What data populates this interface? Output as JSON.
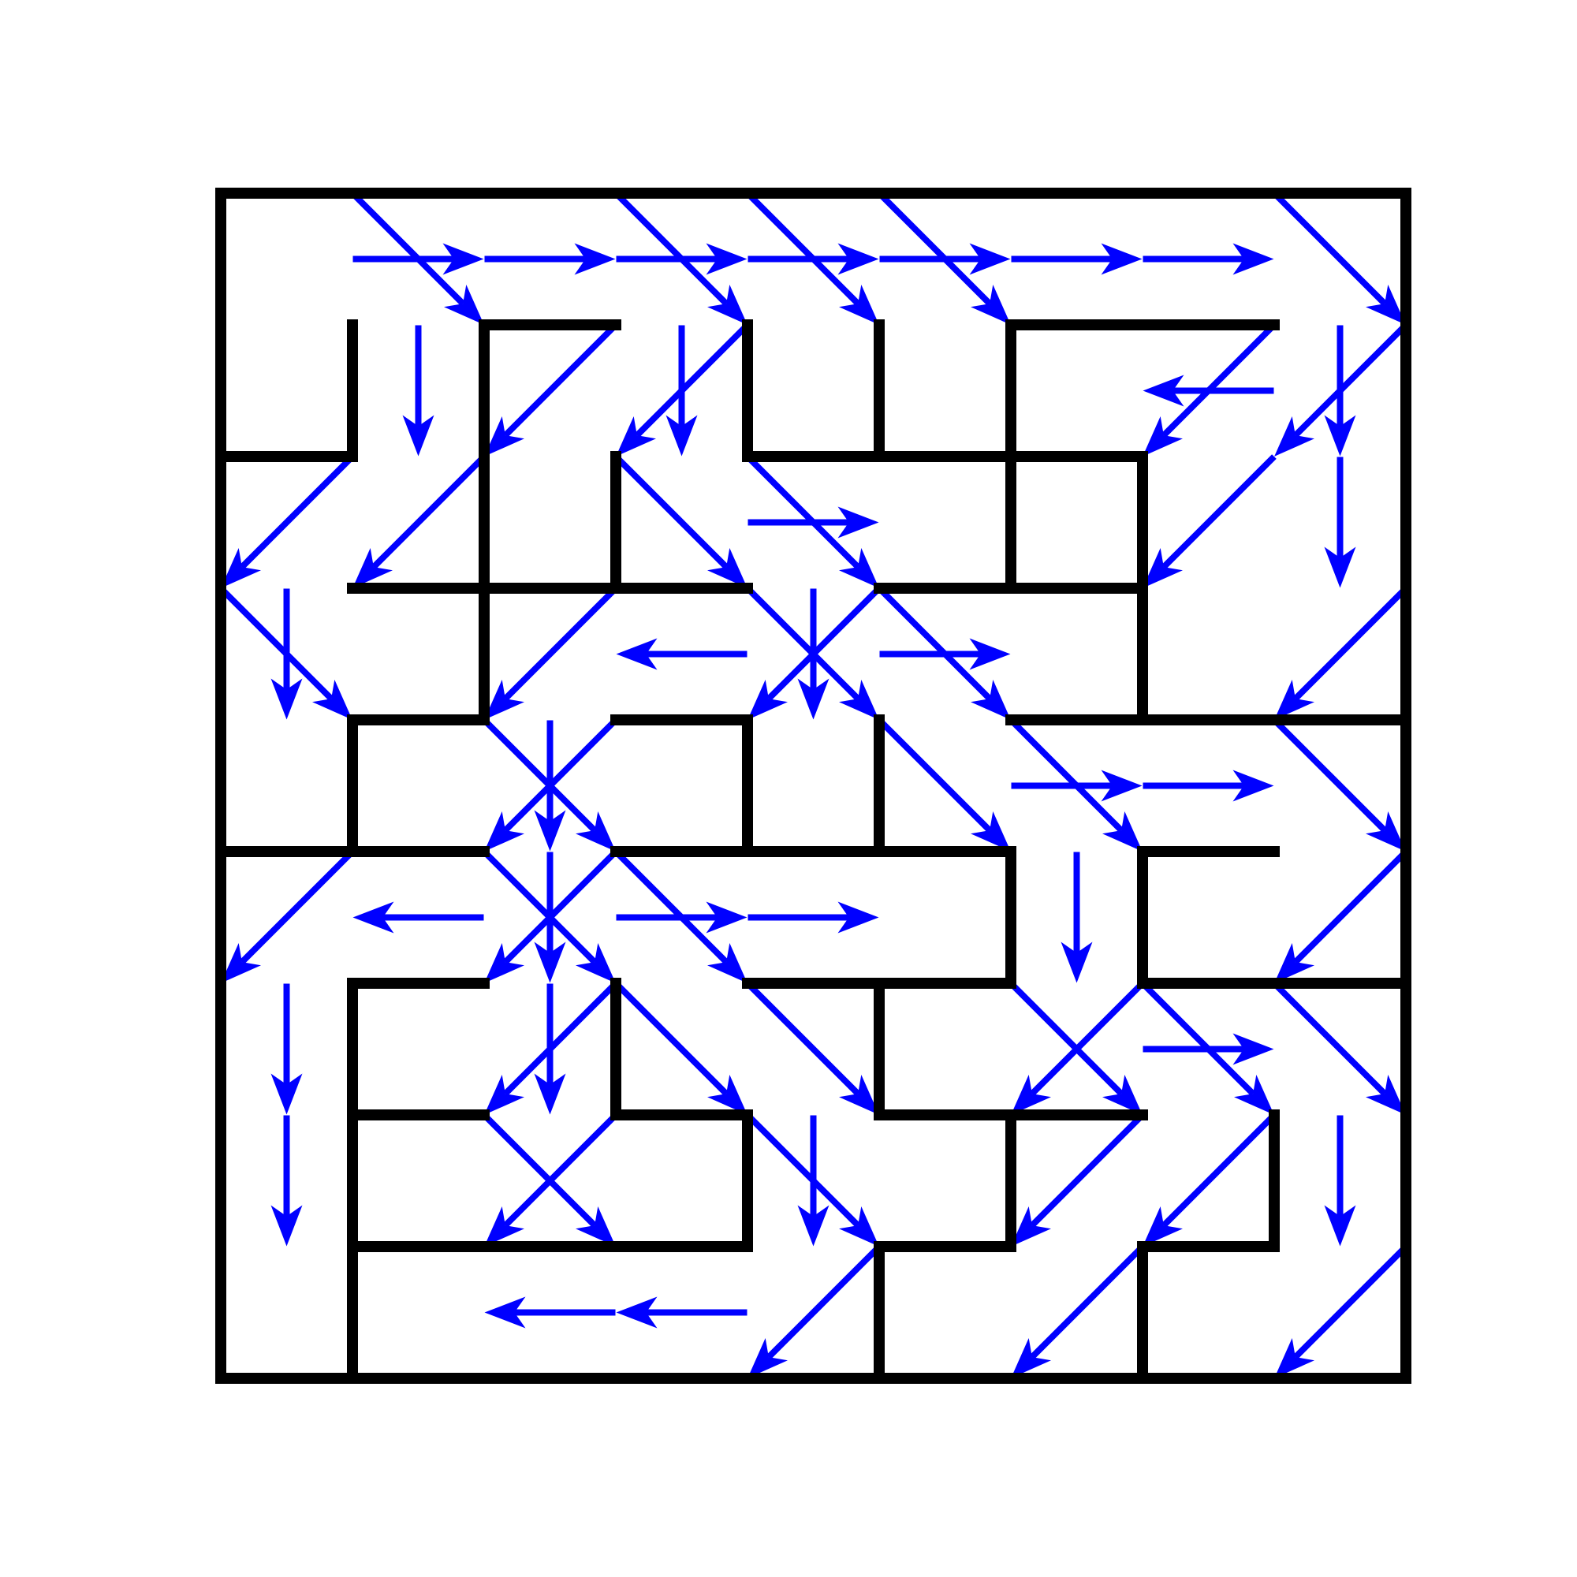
{
  "puzzle": {
    "kind": "arrow-maze",
    "grid": {
      "cols": 9,
      "rows": 9
    },
    "colors": {
      "background": "#ffffff",
      "wall": "#000000",
      "arrow": "#0000ff"
    },
    "walls": [
      [
        0,
        0,
        9,
        0
      ],
      [
        0,
        9,
        9,
        9
      ],
      [
        0,
        0,
        0,
        9
      ],
      [
        9,
        0,
        9,
        9
      ],
      [
        1,
        1,
        1,
        2
      ],
      [
        0,
        2,
        1,
        2
      ],
      [
        2,
        1,
        3,
        1
      ],
      [
        2,
        1,
        2,
        4
      ],
      [
        4,
        1,
        4,
        2
      ],
      [
        5,
        1,
        5,
        2
      ],
      [
        4,
        2,
        6,
        2
      ],
      [
        6,
        1,
        8,
        1
      ],
      [
        6,
        1,
        6,
        3
      ],
      [
        6,
        2,
        7,
        2
      ],
      [
        3,
        2,
        3,
        3
      ],
      [
        1,
        3,
        4,
        3
      ],
      [
        7,
        2,
        7,
        3
      ],
      [
        5,
        3,
        7,
        3
      ],
      [
        7,
        3,
        7,
        4
      ],
      [
        1,
        4,
        2,
        4
      ],
      [
        1,
        4,
        1,
        5
      ],
      [
        3,
        4,
        4,
        4
      ],
      [
        4,
        4,
        4,
        5
      ],
      [
        5,
        4,
        5,
        5
      ],
      [
        6,
        4,
        9,
        4
      ],
      [
        0,
        5,
        2,
        5
      ],
      [
        3,
        5,
        6,
        5
      ],
      [
        6,
        5,
        6,
        6
      ],
      [
        4,
        6,
        6,
        6
      ],
      [
        7,
        5,
        8,
        5
      ],
      [
        7,
        5,
        7,
        6
      ],
      [
        7,
        6,
        9,
        6
      ],
      [
        1,
        6,
        2,
        6
      ],
      [
        1,
        6,
        1,
        9
      ],
      [
        3,
        6,
        3,
        7
      ],
      [
        3,
        7,
        4,
        7
      ],
      [
        4,
        7,
        4,
        8
      ],
      [
        5,
        6,
        5,
        7
      ],
      [
        5,
        7,
        7,
        7
      ],
      [
        1,
        7,
        2,
        7
      ],
      [
        1,
        8,
        4,
        8
      ],
      [
        6,
        7,
        6,
        8
      ],
      [
        5,
        8,
        6,
        8
      ],
      [
        5,
        8,
        5,
        9
      ],
      [
        8,
        7,
        8,
        8
      ],
      [
        7,
        8,
        8,
        8
      ],
      [
        7,
        8,
        7,
        9
      ]
    ],
    "arrows": [
      {
        "c": 1,
        "r": 0,
        "d": [
          "E",
          "SE"
        ]
      },
      {
        "c": 2,
        "r": 0,
        "d": [
          "E"
        ]
      },
      {
        "c": 3,
        "r": 0,
        "d": [
          "E",
          "SE"
        ]
      },
      {
        "c": 4,
        "r": 0,
        "d": [
          "E",
          "SE"
        ]
      },
      {
        "c": 5,
        "r": 0,
        "d": [
          "E",
          "SE"
        ]
      },
      {
        "c": 6,
        "r": 0,
        "d": [
          "E"
        ]
      },
      {
        "c": 7,
        "r": 0,
        "d": [
          "E"
        ]
      },
      {
        "c": 8,
        "r": 0,
        "d": [
          "SE"
        ]
      },
      {
        "c": 1,
        "r": 1,
        "d": [
          "S"
        ]
      },
      {
        "c": 2,
        "r": 1,
        "d": [
          "SW"
        ]
      },
      {
        "c": 3,
        "r": 1,
        "d": [
          "S",
          "SW"
        ]
      },
      {
        "c": 7,
        "r": 1,
        "d": [
          "W",
          "SW"
        ]
      },
      {
        "c": 8,
        "r": 1,
        "d": [
          "S",
          "SW"
        ]
      },
      {
        "c": 0,
        "r": 2,
        "d": [
          "SW"
        ]
      },
      {
        "c": 1,
        "r": 2,
        "d": [
          "SW"
        ]
      },
      {
        "c": 3,
        "r": 2,
        "d": [
          "SE"
        ]
      },
      {
        "c": 4,
        "r": 2,
        "d": [
          "E",
          "SE"
        ]
      },
      {
        "c": 7,
        "r": 2,
        "d": [
          "SW"
        ]
      },
      {
        "c": 8,
        "r": 2,
        "d": [
          "S"
        ]
      },
      {
        "c": 0,
        "r": 3,
        "d": [
          "S",
          "SE"
        ]
      },
      {
        "c": 2,
        "r": 3,
        "d": [
          "SW"
        ]
      },
      {
        "c": 3,
        "r": 3,
        "d": [
          "W"
        ]
      },
      {
        "c": 4,
        "r": 3,
        "d": [
          "S",
          "SW",
          "SE"
        ]
      },
      {
        "c": 5,
        "r": 3,
        "d": [
          "E",
          "SE"
        ]
      },
      {
        "c": 8,
        "r": 3,
        "d": [
          "SW"
        ]
      },
      {
        "c": 2,
        "r": 4,
        "d": [
          "S",
          "SW",
          "SE"
        ]
      },
      {
        "c": 5,
        "r": 4,
        "d": [
          "SE"
        ]
      },
      {
        "c": 6,
        "r": 4,
        "d": [
          "E",
          "SE"
        ]
      },
      {
        "c": 7,
        "r": 4,
        "d": [
          "E"
        ]
      },
      {
        "c": 8,
        "r": 4,
        "d": [
          "SE"
        ]
      },
      {
        "c": 0,
        "r": 5,
        "d": [
          "SW"
        ]
      },
      {
        "c": 1,
        "r": 5,
        "d": [
          "W"
        ]
      },
      {
        "c": 2,
        "r": 5,
        "d": [
          "S",
          "SW",
          "SE"
        ]
      },
      {
        "c": 3,
        "r": 5,
        "d": [
          "E",
          "SE"
        ]
      },
      {
        "c": 4,
        "r": 5,
        "d": [
          "E"
        ]
      },
      {
        "c": 6,
        "r": 5,
        "d": [
          "S"
        ]
      },
      {
        "c": 8,
        "r": 5,
        "d": [
          "SW"
        ]
      },
      {
        "c": 0,
        "r": 6,
        "d": [
          "S"
        ]
      },
      {
        "c": 2,
        "r": 6,
        "d": [
          "S",
          "SW"
        ]
      },
      {
        "c": 3,
        "r": 6,
        "d": [
          "SE"
        ]
      },
      {
        "c": 4,
        "r": 6,
        "d": [
          "SE"
        ]
      },
      {
        "c": 6,
        "r": 6,
        "d": [
          "SW",
          "SE"
        ]
      },
      {
        "c": 7,
        "r": 6,
        "d": [
          "E",
          "SE"
        ]
      },
      {
        "c": 8,
        "r": 6,
        "d": [
          "SE"
        ]
      },
      {
        "c": 0,
        "r": 7,
        "d": [
          "S"
        ]
      },
      {
        "c": 2,
        "r": 7,
        "d": [
          "SW",
          "SE"
        ]
      },
      {
        "c": 4,
        "r": 7,
        "d": [
          "S",
          "SE"
        ]
      },
      {
        "c": 6,
        "r": 7,
        "d": [
          "SW"
        ]
      },
      {
        "c": 7,
        "r": 7,
        "d": [
          "SW"
        ]
      },
      {
        "c": 8,
        "r": 7,
        "d": [
          "S"
        ]
      },
      {
        "c": 2,
        "r": 8,
        "d": [
          "W"
        ]
      },
      {
        "c": 3,
        "r": 8,
        "d": [
          "W"
        ]
      },
      {
        "c": 4,
        "r": 8,
        "d": [
          "SW"
        ]
      },
      {
        "c": 6,
        "r": 8,
        "d": [
          "SW"
        ]
      },
      {
        "c": 8,
        "r": 8,
        "d": [
          "SW"
        ]
      }
    ]
  }
}
